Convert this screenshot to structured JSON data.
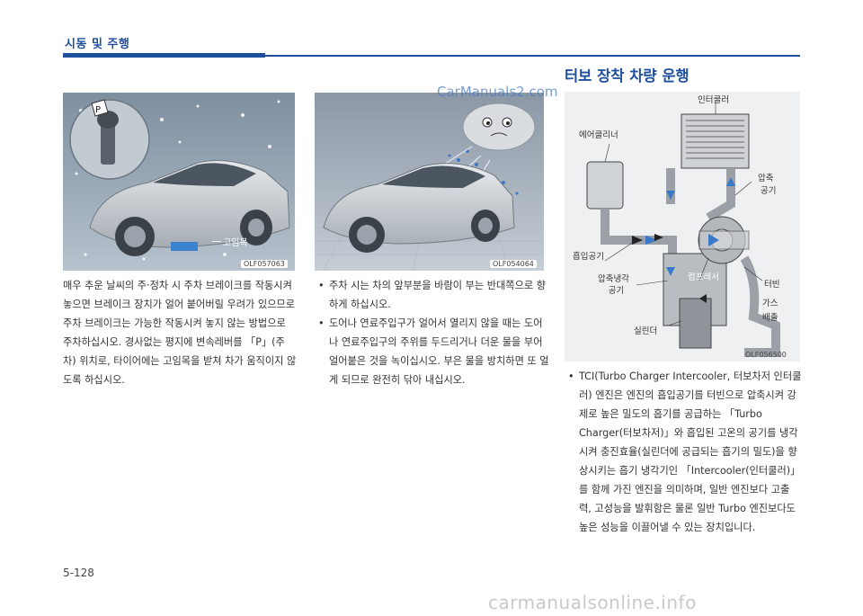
{
  "header": {
    "section_title": "시동 및 주행"
  },
  "watermark_top": "CarManuals2.com",
  "watermark_bottom": "carmanualsonline.info",
  "page_number": "5-128",
  "left_figure": {
    "code": "OLF057063",
    "callout": "고임목"
  },
  "left_text": "매우 추운 날씨의 주·정차 시 주차 브레이크를 작동시켜 놓으면 브레이크 장치가 얼어 붙어버릴 우려가 있으므로 주차 브레이크는 가능한 작동시켜 놓지 않는 방법으로 주차하십시오. 경사없는 평지에 변속레버를 「P」(주차) 위치로, 타이어에는 고임목을 받쳐 차가 움직이지 않도록 하십시오.",
  "middle_figure": {
    "code": "OLF054064"
  },
  "middle_bullets": [
    "주차 시는 차의 앞부분을 바람이 부는 반대쪽으로 향하게 하십시오.",
    "도어나 연료주입구가 얼어서 열리지 않을 때는 도어나 연료주입구의 주위를 두드리거나 더운 물을 부어 얼어붙은 것을 녹이십시오.  부은 물을 방치하면 또 얼게 되므로 완전히 닦아 내십시오."
  ],
  "right": {
    "title": "터보 장착 차량 운행",
    "figure": {
      "code": "OLF056500",
      "labels": {
        "intercooler": "인터쿨러",
        "air_cleaner": "에어클리너",
        "compressed_air": "압축\n공기",
        "intake_air": "흡입공기",
        "compressed_cooling": "압축냉각\n공기",
        "compressor": "컴프레서",
        "turbine": "터빈",
        "exhaust_gas": "가스\n배출",
        "cylinder": "실린더"
      }
    },
    "bullets": [
      "TCI(Turbo Charger Intercooler, 터보차저 인터쿨러) 엔진은 엔진의 흡입공기를 터빈으로 압축시켜 강제로 높은 밀도의 흡기를 공급하는 「Turbo Charger(터보차저)」와 흡입된 고온의 공기를 냉각시켜 충진효율(실린더에 공급되는 흡기의 밀도)을 향상시키는 흡기 냉각기인 「Intercooler(인터쿨러)」를 함께 가진 엔진을 의미하며, 일반 엔진보다 고출력, 고성능을 발휘함은 물론 일반 Turbo 엔진보다도 높은 성능을 이끌어낼 수 있는 장치입니다."
    ]
  }
}
